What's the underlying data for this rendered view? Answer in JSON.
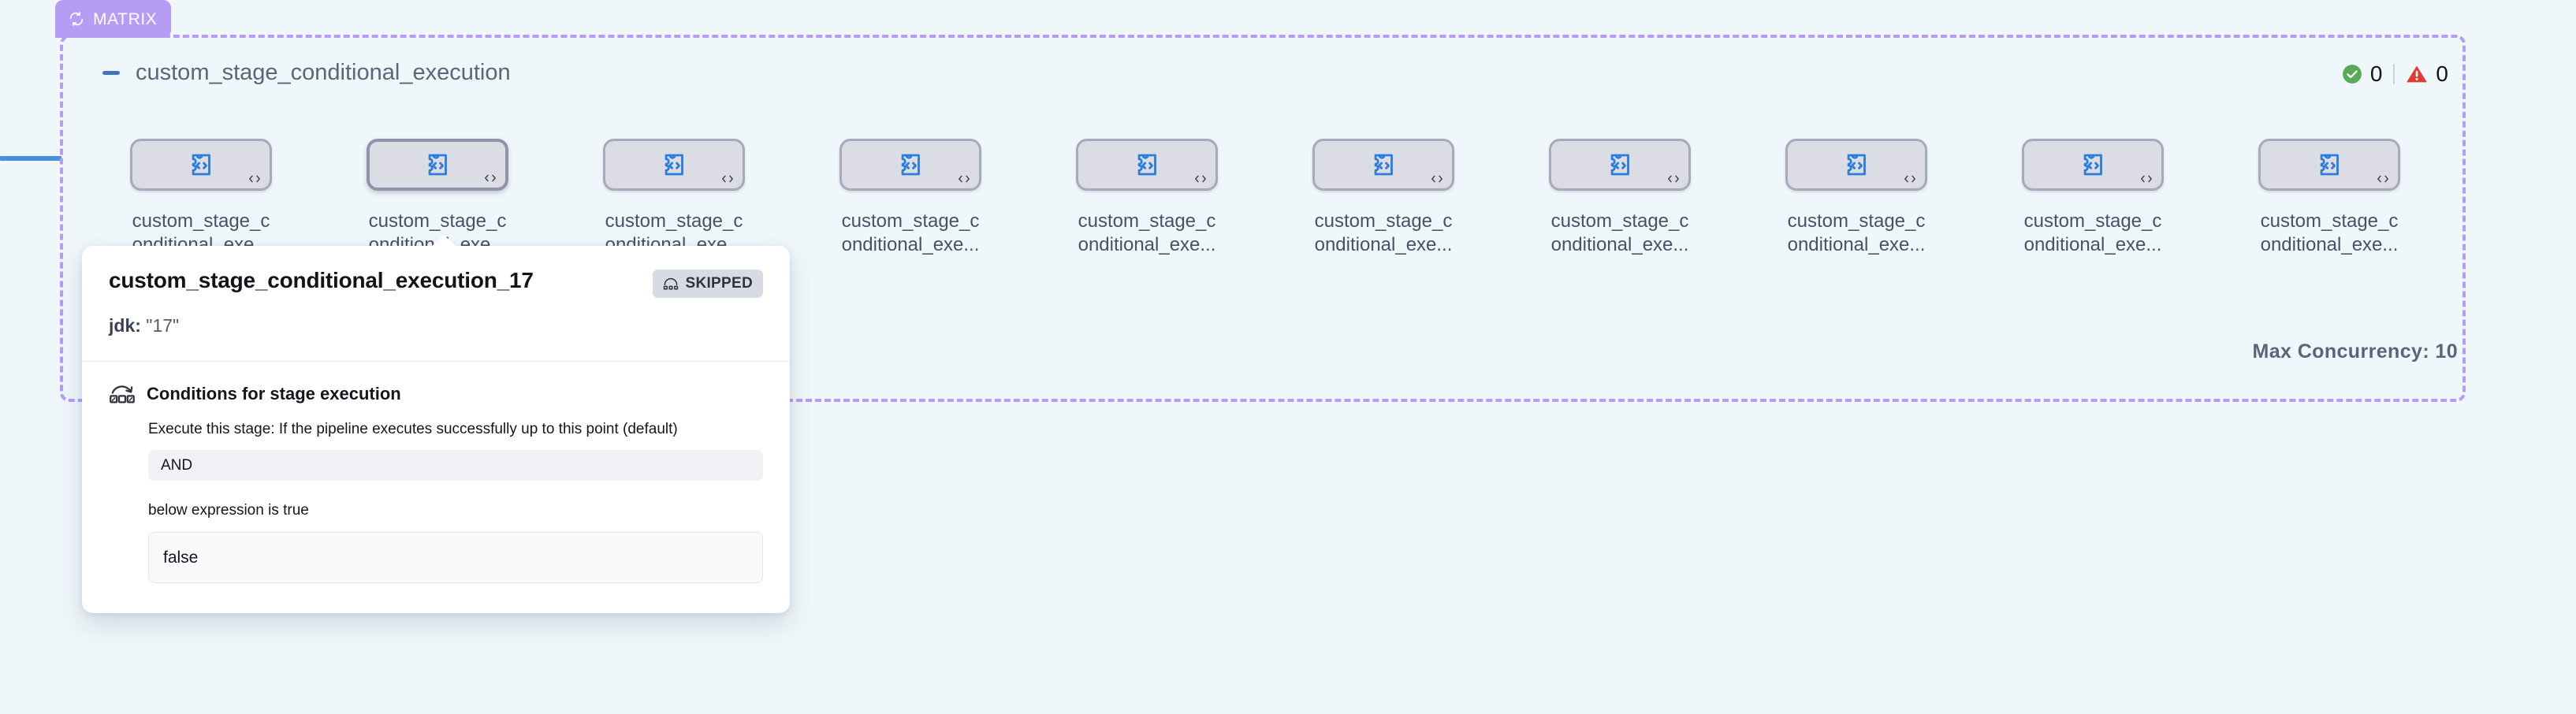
{
  "group": {
    "badge_label": "MATRIX",
    "badge_icon": "loop-icon",
    "title": "custom_stage_conditional_execution",
    "collapse_icon": "minus-icon",
    "max_concurrency_label": "Max Concurrency: 10",
    "accent_color": "#b79cf5",
    "background_color": "#eff7fa"
  },
  "status": {
    "success_icon": "check-circle-icon",
    "success_count": "0",
    "warning_icon": "warning-triangle-icon",
    "warning_count": "0",
    "success_color": "#5aa959",
    "warning_color": "#e03b34"
  },
  "nodes": [
    {
      "icon": "plugin-code-icon",
      "corner_icon": "code-icon",
      "label": "custom_stage_conditional_exe...",
      "active": false
    },
    {
      "icon": "plugin-code-icon",
      "corner_icon": "code-icon",
      "label": "custom_stage_conditional_exe...",
      "active": true
    },
    {
      "icon": "plugin-code-icon",
      "corner_icon": "code-icon",
      "label": "custom_stage_conditional_exe...",
      "active": false
    },
    {
      "icon": "plugin-code-icon",
      "corner_icon": "code-icon",
      "label": "custom_stage_conditional_exe...",
      "active": false
    },
    {
      "icon": "plugin-code-icon",
      "corner_icon": "code-icon",
      "label": "custom_stage_conditional_exe...",
      "active": false
    },
    {
      "icon": "plugin-code-icon",
      "corner_icon": "code-icon",
      "label": "custom_stage_conditional_exe...",
      "active": false
    },
    {
      "icon": "plugin-code-icon",
      "corner_icon": "code-icon",
      "label": "custom_stage_conditional_exe...",
      "active": false
    },
    {
      "icon": "plugin-code-icon",
      "corner_icon": "code-icon",
      "label": "custom_stage_conditional_exe...",
      "active": false
    },
    {
      "icon": "plugin-code-icon",
      "corner_icon": "code-icon",
      "label": "custom_stage_conditional_exe...",
      "active": false
    },
    {
      "icon": "plugin-code-icon",
      "corner_icon": "code-icon",
      "label": "custom_stage_conditional_exe...",
      "active": false
    }
  ],
  "popover": {
    "title": "custom_stage_conditional_execution_17",
    "badge_label": "SKIPPED",
    "badge_icon": "skip-icon",
    "meta_key": "jdk:",
    "meta_value": "\"17\"",
    "conditions": {
      "icon": "conditional-skip-icon",
      "heading": "Conditions for stage execution",
      "description": "Execute this stage: If the pipeline executes successfully up to this point (default)",
      "operator": "AND",
      "expression_caption": "below expression is true",
      "expression_value": "false"
    }
  }
}
